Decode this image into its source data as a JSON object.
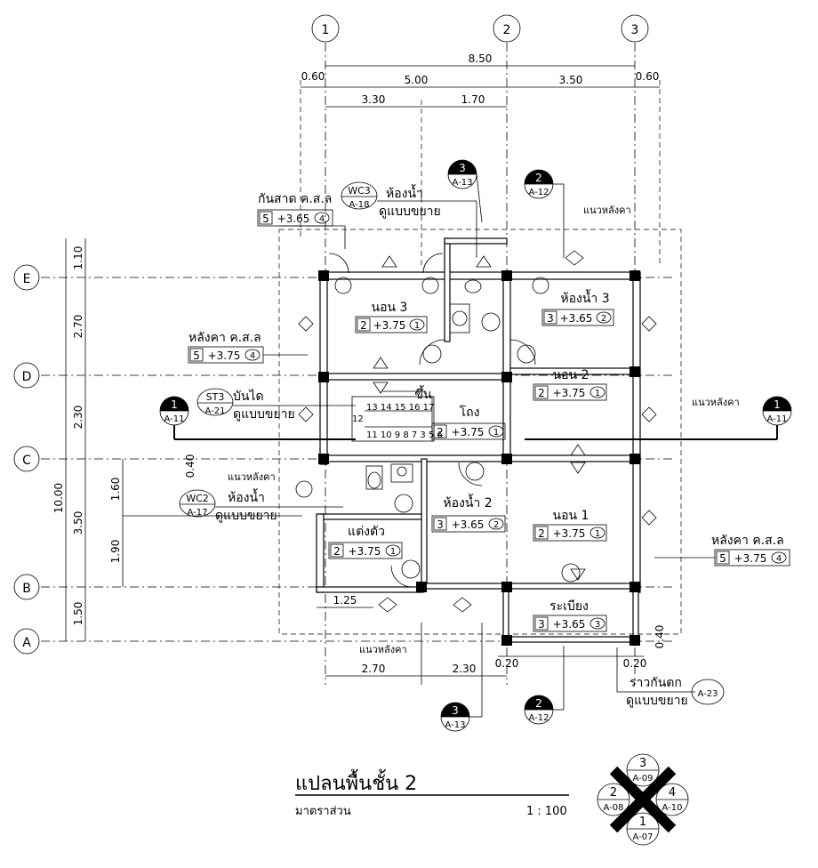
{
  "grid": {
    "cols": [
      "1",
      "2",
      "3"
    ],
    "rows": [
      "E",
      "D",
      "C",
      "B",
      "A"
    ]
  },
  "dims": {
    "top_total": "8.50",
    "top_left_ov": "0.60",
    "top_right_ov": "0.60",
    "top_5": "5.00",
    "top_35": "3.50",
    "top_33": "3.30",
    "top_17": "1.70",
    "bot_27": "2.70",
    "bot_23": "2.30",
    "bot_125": "1.25",
    "bot_020a": "0.20",
    "bot_020b": "0.20",
    "side_total": "10.00",
    "side_110": "1.10",
    "side_270": "2.70",
    "side_230": "2.30",
    "side_350": "3.50",
    "side_150": "1.50",
    "side_160": "1.60",
    "side_190": "1.90",
    "side_040": "0.40",
    "side_040b": "0.40"
  },
  "rooms": {
    "bed3": "นอน 3",
    "bed2": "นอน 2",
    "bed1": "นอน 1",
    "bath3": "ห้องน้ำ 3",
    "bath2": "ห้องน้ำ 2",
    "stair": "ขึ้น",
    "hall": "โถง",
    "dress": "แต่งตัว",
    "balcony": "ระเบียง"
  },
  "tags": {
    "bed3": {
      "num": "2",
      "lvl": "+3.75",
      "mat": "1"
    },
    "bed2": {
      "num": "2",
      "lvl": "+3.75",
      "mat": "1"
    },
    "bed1": {
      "num": "2",
      "lvl": "+3.75",
      "mat": "1"
    },
    "bath3": {
      "num": "3",
      "lvl": "+3.65",
      "mat": "2"
    },
    "bath2": {
      "num": "3",
      "lvl": "+3.65",
      "mat": "2"
    },
    "hall": {
      "num": "2",
      "lvl": "+3.75",
      "mat": "1"
    },
    "dress": {
      "num": "2",
      "lvl": "+3.75",
      "mat": "1"
    },
    "balcony": {
      "num": "3",
      "lvl": "+3.65",
      "mat": "3"
    },
    "eave": {
      "num": "5",
      "lvl": "+3.65",
      "mat": "4"
    },
    "roof_l": {
      "num": "5",
      "lvl": "+3.75",
      "mat": "4"
    },
    "roof_r": {
      "num": "5",
      "lvl": "+3.75",
      "mat": "4"
    }
  },
  "notes": {
    "eave": "กันสาด ค.ส.ล",
    "wc3_a": "ห้องน้ำ",
    "wc3_b": "ดูแบบขยาย",
    "wc3_id": "WC3",
    "wc3_sheet": "A-18",
    "roof_l": "หลังคา ค.ส.ล",
    "roof_r": "หลังคา ค.ส.ล",
    "stair_a": "บันได",
    "stair_b": "ดูแบบขยาย",
    "st3_id": "ST3",
    "st3_sheet": "A-21",
    "wc2_a": "ห้องน้ำ",
    "wc2_b": "ดูแบบขยาย",
    "wc2_id": "WC2",
    "wc2_sheet": "A-17",
    "roofline1": "แนวหลังคา",
    "roofline2": "แนวหลังคา",
    "roofline3": "แนวหลังคา",
    "roofline4": "แนวหลังคา",
    "rail_a": "ราวกันตก",
    "rail_b": "ดูแบบขยาย",
    "rail_sheet": "A-23"
  },
  "sections": {
    "s3_top": {
      "n": "3",
      "s": "A-13"
    },
    "s2_top": {
      "n": "2",
      "s": "A-12"
    },
    "s1_left": {
      "n": "1",
      "s": "A-11"
    },
    "s1_right": {
      "n": "1",
      "s": "A-11"
    },
    "s3_bot": {
      "n": "3",
      "s": "A-13"
    },
    "s2_bot": {
      "n": "2",
      "s": "A-12"
    }
  },
  "stair_steps": {
    "top": "13 14 15 16 17",
    "mid": "12",
    "bot": "11 10 9 8 7 3 5 6"
  },
  "title": {
    "main": "แปลนพื้นชั้น 2",
    "scale_label": "มาตราส่วน",
    "scale_value": "1 : 100"
  },
  "key": {
    "n3": "3",
    "s3": "A-09",
    "n2": "2",
    "s2": "A-08",
    "n4": "4",
    "s4": "A-10",
    "n1": "1",
    "s1": "A-07"
  }
}
